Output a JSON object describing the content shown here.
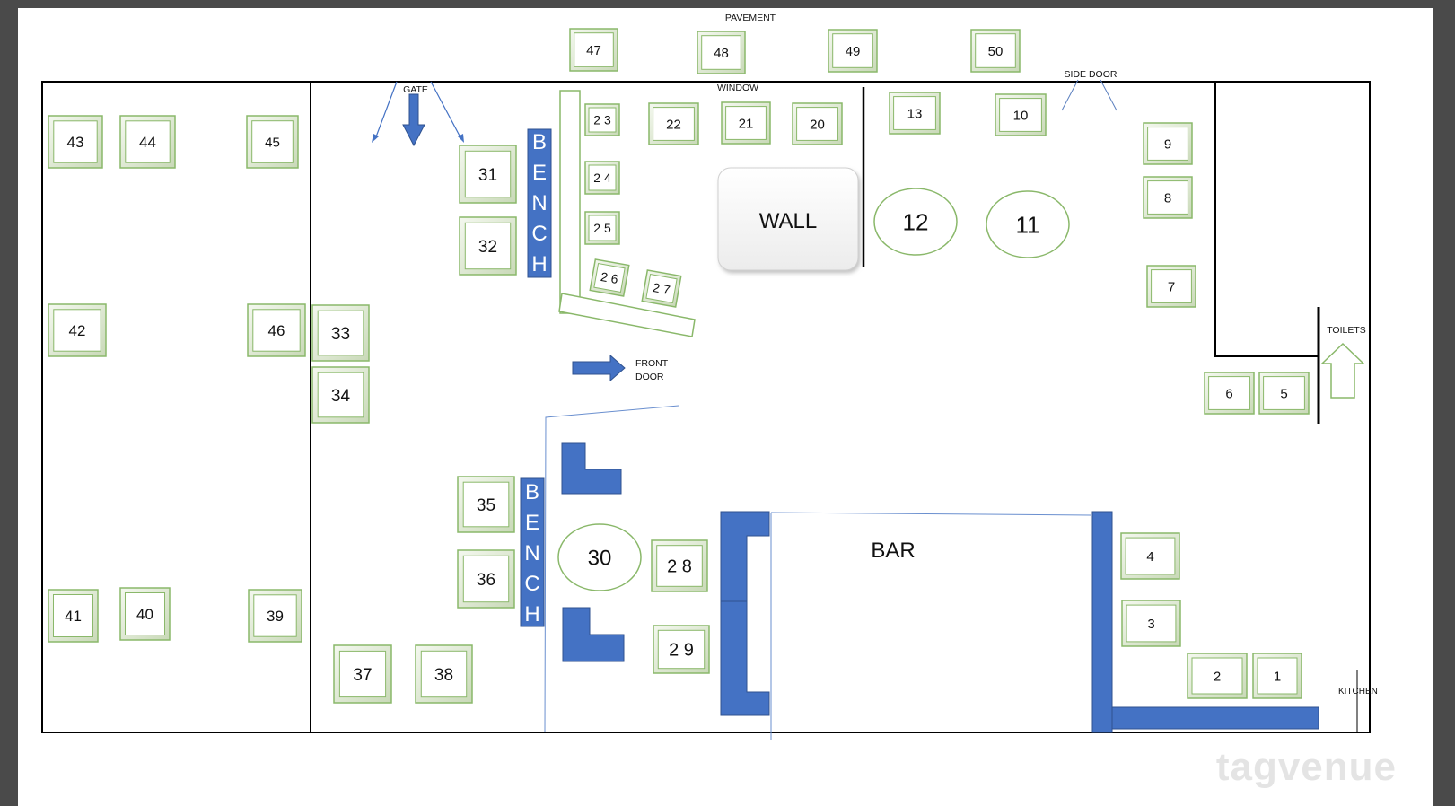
{
  "labels": {
    "pavement": "PAVEMENT",
    "window": "WINDOW",
    "gate": "GATE",
    "side_door": "SIDE DOOR",
    "toilets": "TOILETS",
    "front_door_1": "FRONT",
    "front_door_2": "DOOR",
    "kitchen": "KITCHEN",
    "wall": "WALL",
    "bar": "BAR",
    "bench_letters": [
      "B",
      "E",
      "N",
      "C",
      "H"
    ]
  },
  "square_tables": [
    {
      "label": "43"
    },
    {
      "label": "44"
    },
    {
      "label": "45"
    },
    {
      "label": "42"
    },
    {
      "label": "46"
    },
    {
      "label": "41"
    },
    {
      "label": "40"
    },
    {
      "label": "39"
    },
    {
      "label": "47"
    },
    {
      "label": "48"
    },
    {
      "label": "49"
    },
    {
      "label": "50"
    },
    {
      "label": "31"
    },
    {
      "label": "32"
    },
    {
      "label": "33"
    },
    {
      "label": "34"
    },
    {
      "label": "35"
    },
    {
      "label": "36"
    },
    {
      "label": "37"
    },
    {
      "label": "38"
    },
    {
      "label": "22"
    },
    {
      "label": "21"
    },
    {
      "label": "20"
    },
    {
      "label": "13"
    },
    {
      "label": "10"
    },
    {
      "label": "9"
    },
    {
      "label": "8"
    },
    {
      "label": "7"
    },
    {
      "label": "6"
    },
    {
      "label": "5"
    },
    {
      "label": "4"
    },
    {
      "label": "3"
    },
    {
      "label": "2"
    },
    {
      "label": "1"
    },
    {
      "label": "2 8"
    },
    {
      "label": "2 9"
    },
    {
      "label": "2 3"
    },
    {
      "label": "2 4"
    },
    {
      "label": "2 5"
    },
    {
      "label": "2 6"
    },
    {
      "label": "2 7"
    }
  ],
  "round_tables": [
    {
      "label": "12"
    },
    {
      "label": "11"
    },
    {
      "label": "30"
    }
  ],
  "watermark": "tagvenue",
  "colors": {
    "table_border": "#8ab86a",
    "bench_fill": "#4472c4",
    "arrow_fill": "#4472c4",
    "line": "#000000"
  }
}
